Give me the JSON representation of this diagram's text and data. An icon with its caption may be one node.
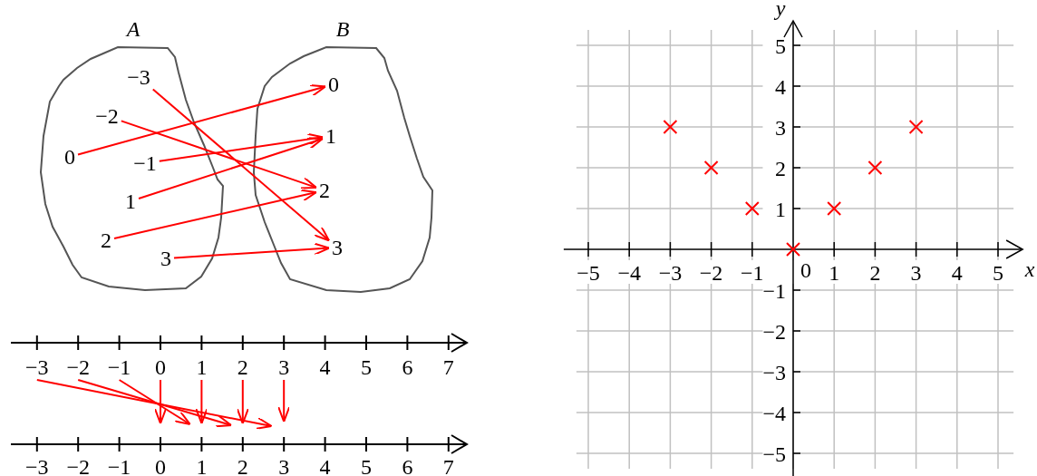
{
  "diagram": {
    "nodes": [
      {
        "text": [
          "A"
        ]
      },
      {
        "text": [
          "−3"
        ],
        "in": 0
      },
      {
        "text": [
          "−2"
        ],
        "in": 0
      },
      {
        "text": [
          "0"
        ],
        "in": 0
      },
      {
        "text": [
          "−1"
        ],
        "in": 0
      },
      {
        "text": [
          "1"
        ],
        "in": 0
      },
      {
        "text": [
          "2"
        ],
        "in": 0
      },
      {
        "text": [
          "3"
        ],
        "in": 0
      },
      {
        "text": [
          "B"
        ]
      },
      {
        "text": [
          "0"
        ],
        "in": 8
      },
      {
        "text": [
          "1"
        ],
        "in": 8
      },
      {
        "text": [
          "2"
        ],
        "in": 8
      },
      {
        "text": [
          "3"
        ],
        "in": 8
      },
      {
        "text": [
          "−3"
        ]
      },
      {
        "text": [
          "−2"
        ]
      },
      {
        "text": [
          "−1"
        ]
      },
      {
        "text": [
          "0"
        ]
      },
      {
        "text": [
          "1"
        ]
      },
      {
        "text": [
          "2"
        ]
      },
      {
        "text": [
          "3"
        ]
      }
    ],
    "edges": [
      {
        "from": 1,
        "to": 12,
        "arrow": "to"
      },
      {
        "from": 2,
        "to": 11,
        "arrow": "to"
      },
      {
        "from": 3,
        "to": 9,
        "arrow": "to"
      },
      {
        "from": 4,
        "to": 10,
        "arrow": "to"
      },
      {
        "from": 5,
        "to": 10,
        "arrow": "to"
      },
      {
        "from": 6,
        "to": 11,
        "arrow": "to"
      },
      {
        "from": 7,
        "to": 12,
        "arrow": "to"
      },
      {
        "from": 13,
        "to": null,
        "arrow": "to"
      },
      {
        "from": 14,
        "to": null,
        "arrow": "to"
      },
      {
        "from": 15,
        "to": null,
        "arrow": "to"
      },
      {
        "from": 16,
        "to": null,
        "arrow": "to"
      },
      {
        "from": 17,
        "to": null,
        "arrow": "to"
      },
      {
        "from": 18,
        "to": null,
        "arrow": "to"
      },
      {
        "from": 19,
        "to": null,
        "arrow": "to"
      }
    ],
    "labels": [
      "4",
      "5",
      "6",
      "7",
      "−3",
      "−2",
      "−1",
      "0",
      "1",
      "2",
      "3",
      "4",
      "5",
      "6",
      "7",
      "0"
    ],
    "chart_data": {
      "type": "scatter",
      "xlabel": "x",
      "ylabel": "y",
      "x": [
        -3,
        -2,
        -1,
        0,
        1,
        2,
        3
      ],
      "series": [
        {
          "color": "#ff0000",
          "values": [
            3,
            2,
            1,
            0,
            1,
            2,
            3
          ]
        }
      ],
      "xlim": [
        -5.6,
        5.6
      ],
      "ylim": [
        -5.6,
        5.6
      ],
      "grid": true,
      "xticks": [
        {
          "value": -5,
          "label": "−5"
        },
        {
          "value": -4,
          "label": "−4"
        },
        {
          "value": -3,
          "label": "−3"
        },
        {
          "value": -2,
          "label": "−2"
        },
        {
          "value": -1,
          "label": "−1"
        },
        1,
        2,
        3,
        4,
        5
      ],
      "yticks": [
        {
          "value": -5,
          "label": "−5"
        },
        {
          "value": -4,
          "label": "−4"
        },
        {
          "value": -3,
          "label": "−3"
        },
        {
          "value": -2,
          "label": "−2"
        },
        {
          "value": -1,
          "label": "−1"
        },
        1,
        2,
        3,
        4,
        5
      ]
    }
  }
}
